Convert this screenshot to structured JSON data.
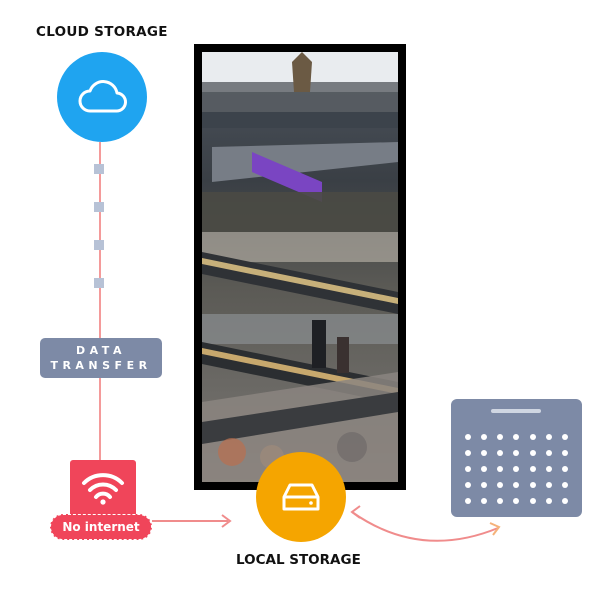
{
  "cloud": {
    "title": "CLOUD  STORAGE",
    "icon": "cloud-icon",
    "color": "#1fa4f0"
  },
  "transfer": {
    "line1": "DATA",
    "line2": "TRANSFER",
    "badge_color": "#7d8aa6",
    "line_color": "#f49a9a",
    "marker_color": "#b7c2d6"
  },
  "wifi": {
    "icon": "wifi-icon",
    "color": "#f0455a",
    "status": "No internet"
  },
  "local": {
    "title": "LOCAL STORAGE",
    "icon": "hard-drive-icon",
    "color": "#f5a500"
  },
  "device": {
    "icon": "device-grid-icon",
    "color": "#7d8aa6"
  },
  "arrows": {
    "color": "#f08c8c",
    "tip_color": "#f5b27a"
  }
}
